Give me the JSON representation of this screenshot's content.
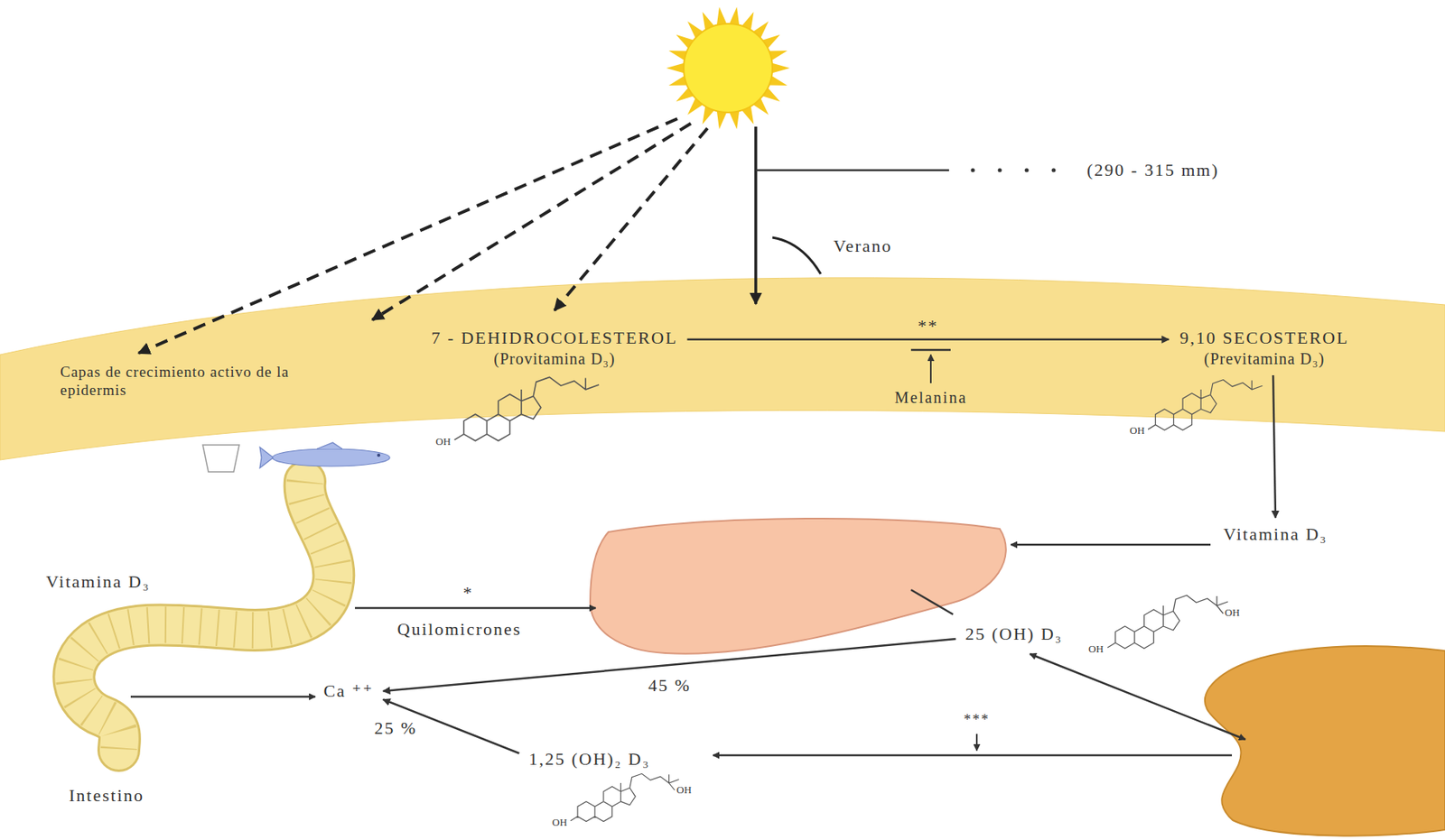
{
  "diagram": {
    "nodes": [
      {
        "text": [
          "Capas de crecimiento activo de la epidermis"
        ]
      },
      {
        "text": [
          "7 - DEHIDROCOLESTEROL",
          "(Provitamina D₃)"
        ],
        "in": 0
      },
      {
        "text": [
          "9,10 SECOSTEROL",
          "(Previtamina D₃)"
        ],
        "in": 0
      },
      {
        "text": [
          "Vitamina D₃"
        ]
      },
      {
        "text": [
          "25 (OH) D₃"
        ]
      },
      {
        "text": [
          "1,25 (OH)₂ D₃"
        ]
      },
      {
        "text": [
          "Ca ⁺⁺"
        ]
      }
    ],
    "edges": [
      {
        "from": 1,
        "to": 2,
        "arrow": "to",
        "label": "**"
      },
      {
        "from": 2,
        "to": 3,
        "arrow": "to"
      },
      {
        "from": 4,
        "to": 6,
        "arrow": "to",
        "label": "45 %"
      },
      {
        "from": 5,
        "to": 6,
        "arrow": "to",
        "label": "25 %"
      }
    ],
    "labels": [
      "(290 - 315 mm)",
      "Verano",
      "Melanina",
      "Vitamina D₃",
      "Intestino",
      "Quilomicrones",
      "*",
      "***",
      "OH",
      "OH",
      "OH",
      "OH",
      "OH",
      "OH"
    ]
  }
}
